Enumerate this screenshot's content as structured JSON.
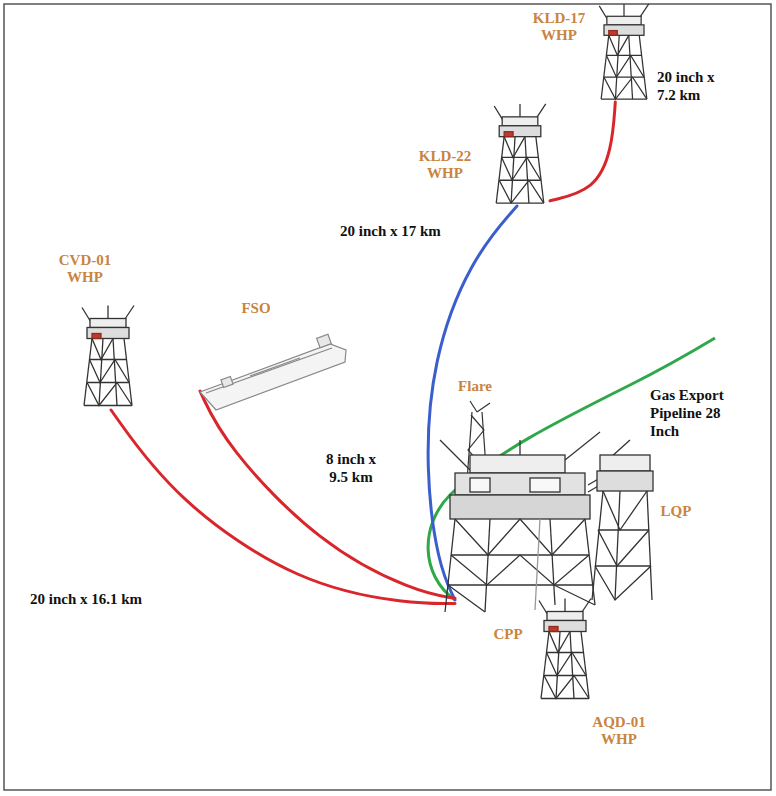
{
  "diagram": {
    "nodes": [
      {
        "text": [
          "KLD-17 WHP"
        ]
      },
      {
        "text": [
          "KLD-22 WHP"
        ]
      },
      {
        "text": [
          "CVD-01 WHP"
        ]
      },
      {
        "text": [
          "FSO"
        ]
      },
      {
        "text": [
          "Flare"
        ]
      },
      {
        "text": [
          "CPP"
        ]
      },
      {
        "text": [
          "LQP"
        ]
      },
      {
        "text": [
          "AQD-01 WHP"
        ]
      }
    ],
    "edges": [
      {
        "from": 0,
        "to": 1,
        "arrow": "none",
        "label": "20 inch x 7.2 km"
      },
      {
        "from": 1,
        "to": 5,
        "arrow": "none",
        "label": "20 inch x 17 km"
      },
      {
        "from": 2,
        "to": 5,
        "arrow": "none",
        "label": "20 inch x 16.1 km"
      },
      {
        "from": 3,
        "to": 5,
        "arrow": "none",
        "label": "8 inch x 9.5 km"
      }
    ],
    "labels": [
      "Gas Export Pipeline 28 Inch"
    ]
  }
}
